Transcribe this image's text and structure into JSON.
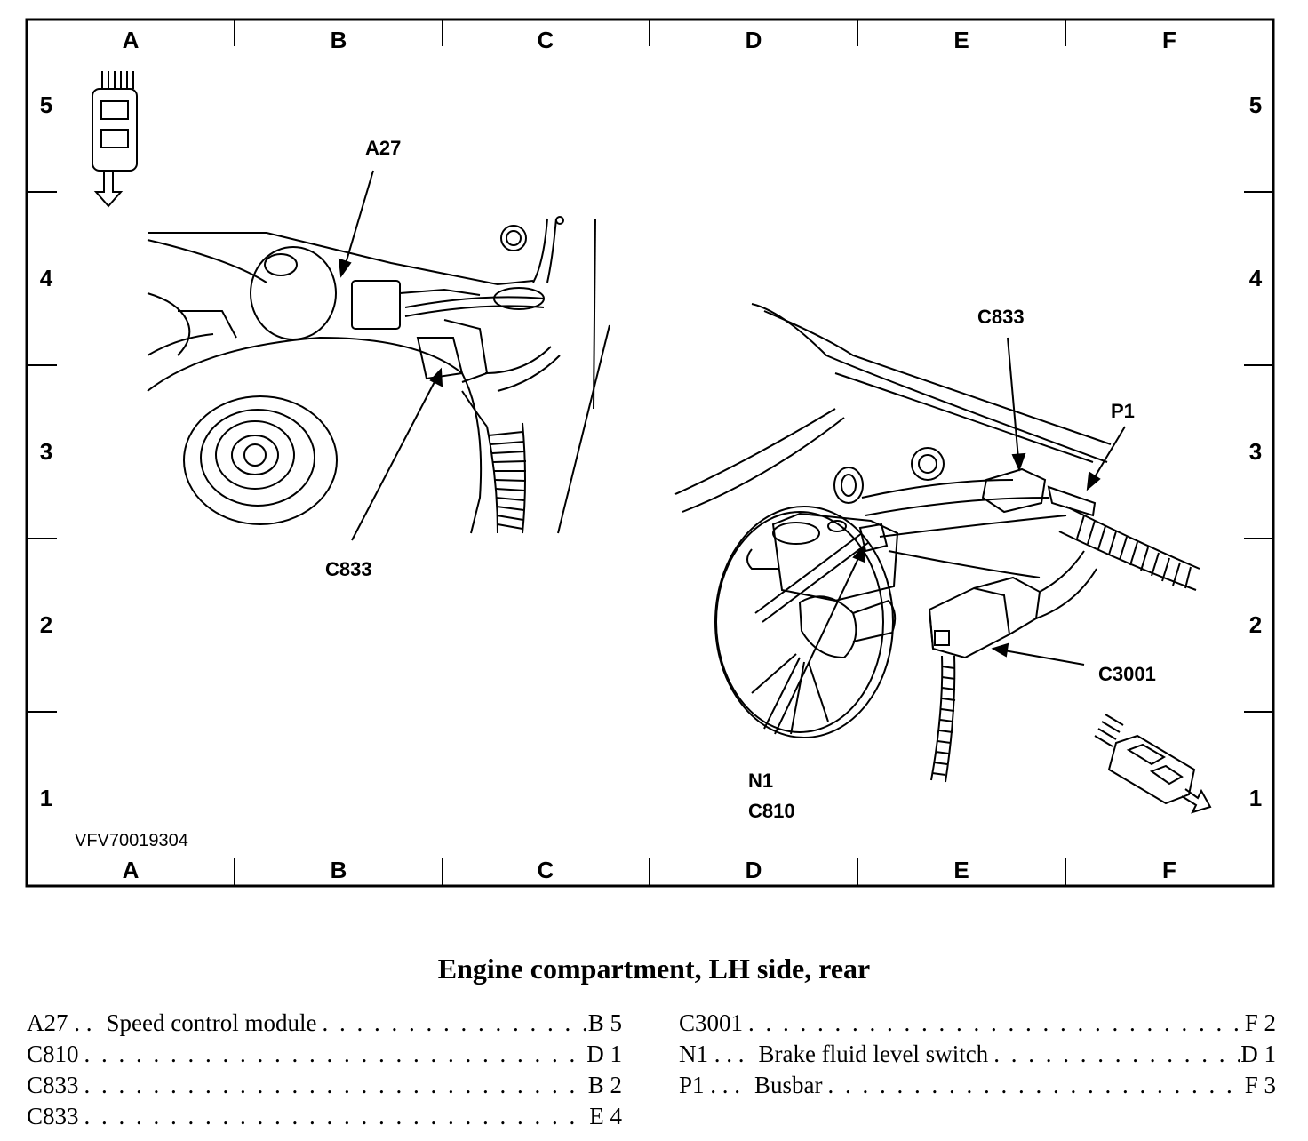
{
  "grid": {
    "columns": [
      "A",
      "B",
      "C",
      "D",
      "E",
      "F"
    ],
    "rows": [
      "5",
      "4",
      "3",
      "2",
      "1"
    ]
  },
  "drawing_id": "VFV70019304",
  "callouts": {
    "a27": "A27",
    "c833_left": "C833",
    "c833_right": "C833",
    "p1": "P1",
    "c3001": "C3001",
    "n1": "N1",
    "c810": "C810"
  },
  "icons": {
    "top_left": "vehicle-front-direction-icon",
    "bottom_right": "vehicle-rear-direction-icon"
  },
  "caption": "Engine compartment, LH side, rear",
  "legend": {
    "left": [
      {
        "code": "A27 . .",
        "desc": "Speed control module",
        "loc": "B 5"
      },
      {
        "code": "C810",
        "desc": "",
        "loc": "D 1"
      },
      {
        "code": "C833",
        "desc": "",
        "loc": "B 2"
      },
      {
        "code": "C833",
        "desc": "",
        "loc": "E 4"
      }
    ],
    "right": [
      {
        "code": "C3001",
        "desc": "",
        "loc": "F 2"
      },
      {
        "code": "N1 . . .",
        "desc": "Brake fluid level switch",
        "loc": "D 1"
      },
      {
        "code": "P1 . . .",
        "desc": "Busbar",
        "loc": "F 3"
      }
    ]
  }
}
